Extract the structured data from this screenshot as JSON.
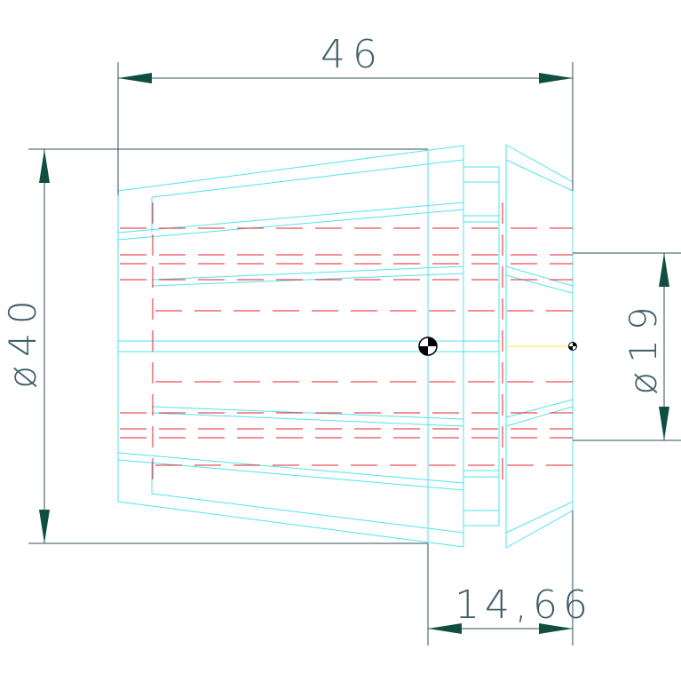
{
  "dimensions": {
    "overall_length": "46",
    "outer_diameter": "ø40",
    "bore_diameter": "ø19",
    "front_length": "14,66"
  },
  "colors": {
    "background": "#ffffff",
    "outline": "#4fe3ef",
    "hidden_lines": "#e8202a",
    "dimension_lines": "#2f4f58",
    "arrowheads": "#0f4f3f",
    "axis_line": "#f2e84a"
  },
  "icons": [
    "center-mark-icon",
    "small-center-mark-icon"
  ]
}
